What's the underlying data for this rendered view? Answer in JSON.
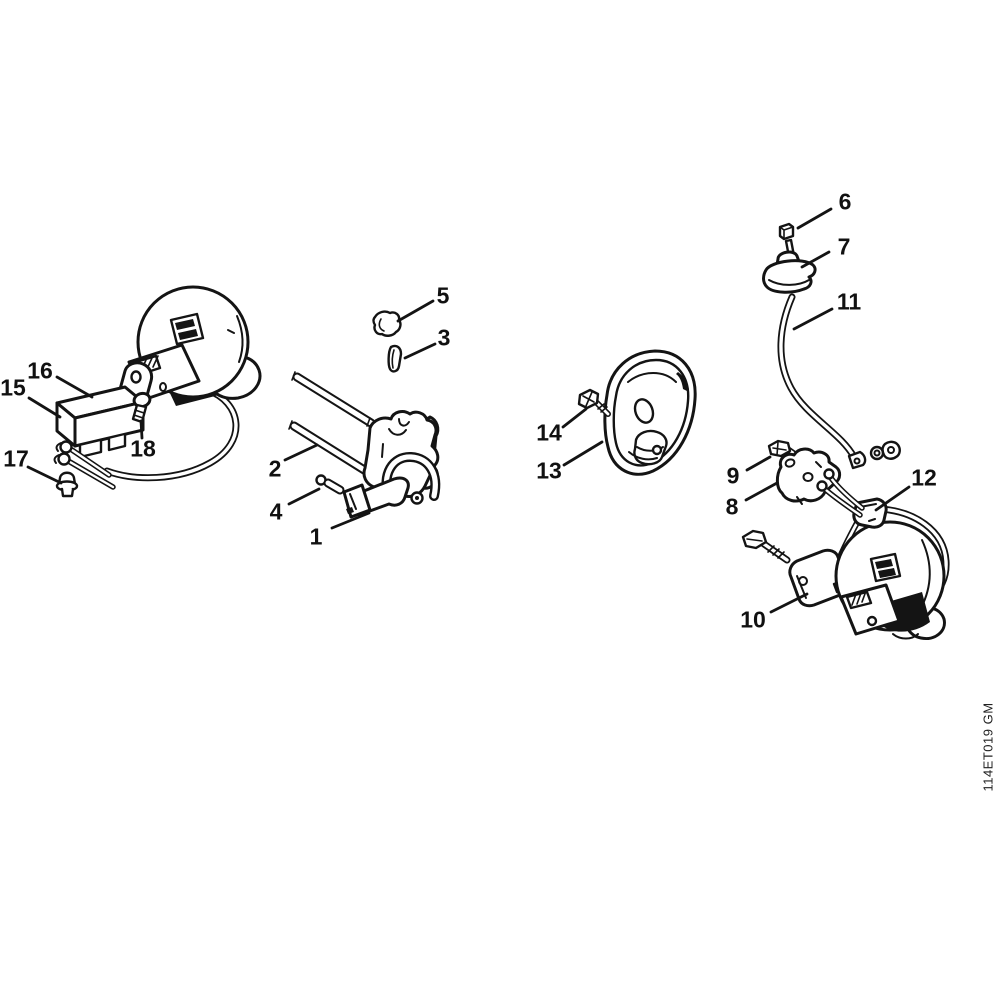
{
  "figure": {
    "watermark": "114ET019 GM"
  },
  "colors": {
    "ink": "#141414",
    "paper": "#ffffff"
  },
  "callouts": [
    {
      "number": "1"
    },
    {
      "number": "2"
    },
    {
      "number": "3"
    },
    {
      "number": "4"
    },
    {
      "number": "5"
    },
    {
      "number": "6"
    },
    {
      "number": "7"
    },
    {
      "number": "8"
    },
    {
      "number": "9"
    },
    {
      "number": "10"
    },
    {
      "number": "11"
    },
    {
      "number": "12"
    },
    {
      "number": "13"
    },
    {
      "number": "14"
    },
    {
      "number": "15"
    },
    {
      "number": "16"
    },
    {
      "number": "17"
    },
    {
      "number": "18"
    }
  ]
}
